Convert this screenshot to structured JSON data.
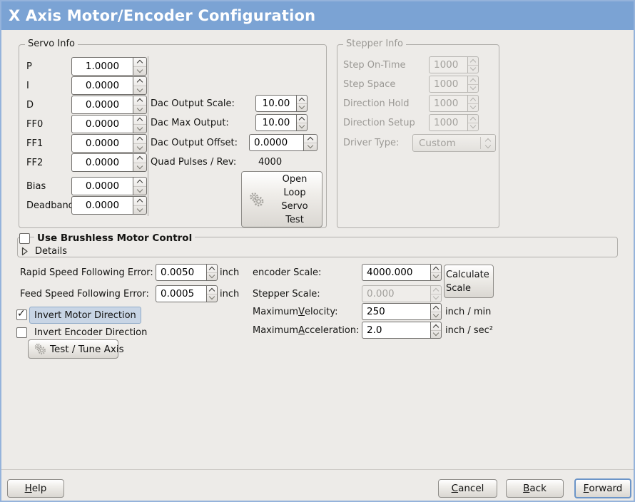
{
  "window": {
    "title": "X Axis Motor/Encoder Configuration"
  },
  "servo_info": {
    "title": "Servo Info",
    "rows": [
      {
        "label": "P",
        "value": "1.0000"
      },
      {
        "label": "I",
        "value": "0.0000"
      },
      {
        "label": "D",
        "value": "0.0000"
      },
      {
        "label": "FF0",
        "value": "0.0000"
      },
      {
        "label": "FF1",
        "value": "0.0000"
      },
      {
        "label": "FF2",
        "value": "0.0000"
      },
      {
        "label": "Bias",
        "value": "0.0000"
      },
      {
        "label": "Deadband",
        "value": "0.0000"
      }
    ]
  },
  "dac": {
    "scale_label": "Dac Output Scale:",
    "scale_value": "10.00",
    "max_label": "Dac Max Output:",
    "max_value": "10.00",
    "offset_label": "Dac Output Offset:",
    "offset_value": "0.0000",
    "quad_label": "Quad Pulses / Rev:",
    "quad_value": "4000",
    "open_loop_button": "Open Loop Servo Test"
  },
  "stepper_info": {
    "title": "Stepper Info",
    "rows": [
      {
        "label": "Step On-Time",
        "value": "1000"
      },
      {
        "label": "Step Space",
        "value": "1000"
      },
      {
        "label": "Direction Hold",
        "value": "1000"
      },
      {
        "label": "Direction Setup",
        "value": "1000"
      }
    ],
    "driver_type_label": "Driver Type:",
    "driver_type_value": "Custom"
  },
  "brushless": {
    "checkbox_label": "Use Brushless Motor Control",
    "checked": false,
    "details_label": "Details"
  },
  "following_error": {
    "rapid_label": "Rapid Speed Following Error:",
    "rapid_value": "0.0050",
    "rapid_unit": "inch",
    "feed_label": "Feed Speed Following Error:",
    "feed_value": "0.0005",
    "feed_unit": "inch"
  },
  "direction": {
    "invert_motor_label": "Invert Motor Direction",
    "invert_motor_checked": true,
    "invert_encoder_label": "Invert Encoder Direction",
    "invert_encoder_checked": false,
    "test_tune_button": "Test / Tune Axis"
  },
  "scaling": {
    "encoder_label": "encoder Scale:",
    "encoder_value": "4000.000",
    "stepper_label": "Stepper Scale:",
    "stepper_value": "0.000",
    "calculate_button": "Calculate Scale",
    "velocity_label": "Maximum _Velocity:",
    "velocity_value": "250",
    "velocity_unit": "inch / min",
    "accel_label": "Maximum _Acceleration:",
    "accel_value": "2.0",
    "accel_unit": "inch / sec²"
  },
  "footer": {
    "help": "_Help",
    "cancel": "_Cancel",
    "back": "_Back",
    "forward": "_Forward"
  },
  "colors": {
    "titlebar": "#7BA3D4",
    "focus_highlight": "#C8D5E5"
  }
}
